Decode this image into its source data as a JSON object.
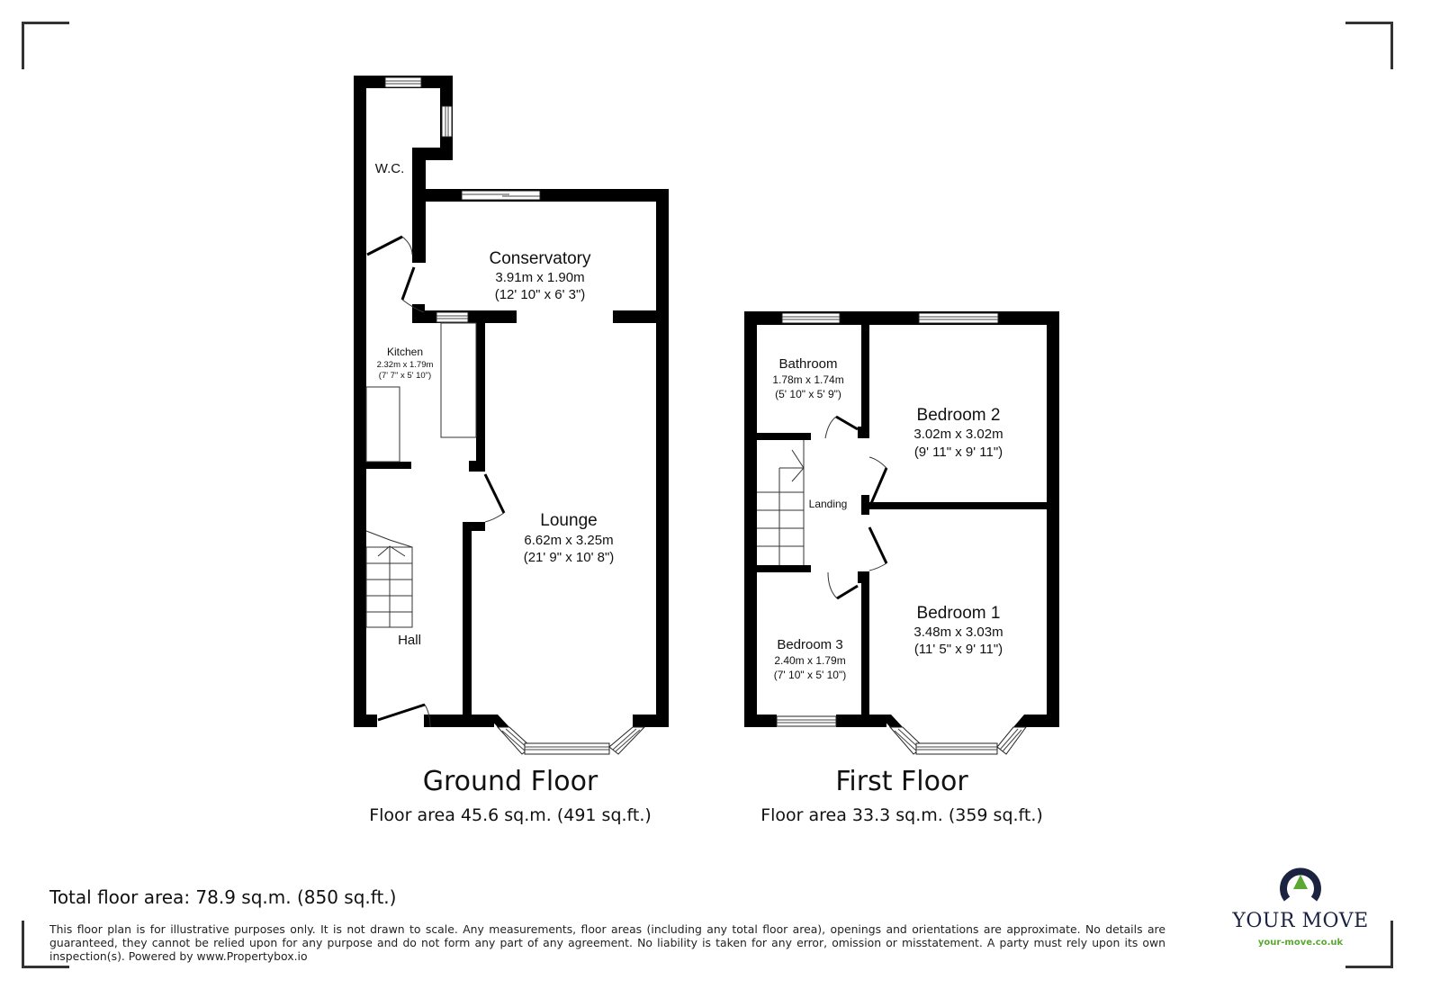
{
  "floors": [
    {
      "title": "Ground Floor",
      "area": "Floor area 45.6 sq.m. (491 sq.ft.)",
      "rooms": [
        {
          "name": "W.C.",
          "metric": "",
          "imperial": ""
        },
        {
          "name": "Conservatory",
          "metric": "3.91m x 1.90m",
          "imperial": "(12' 10\" x 6' 3\")"
        },
        {
          "name": "Kitchen",
          "metric": "2.32m x 1.79m",
          "imperial": "(7' 7\" x 5' 10\")"
        },
        {
          "name": "Lounge",
          "metric": "6.62m x 3.25m",
          "imperial": "(21' 9\" x 10' 8\")"
        },
        {
          "name": "Hall",
          "metric": "",
          "imperial": ""
        }
      ]
    },
    {
      "title": "First Floor",
      "area": "Floor area 33.3 sq.m. (359 sq.ft.)",
      "rooms": [
        {
          "name": "Bathroom",
          "metric": "1.78m x 1.74m",
          "imperial": "(5' 10\" x 5' 9\")"
        },
        {
          "name": "Bedroom 2",
          "metric": "3.02m x 3.02m",
          "imperial": "(9' 11\" x 9' 11\")"
        },
        {
          "name": "Landing",
          "metric": "",
          "imperial": ""
        },
        {
          "name": "Bedroom 3",
          "metric": "2.40m x 1.79m",
          "imperial": "(7' 10\" x 5' 10\")"
        },
        {
          "name": "Bedroom 1",
          "metric": "3.48m x 3.03m",
          "imperial": "(11' 5\" x 9' 11\")"
        }
      ]
    }
  ],
  "total_area": "Total floor area: 78.9 sq.m. (850 sq.ft.)",
  "disclaimer": "This floor plan is for illustrative purposes only. It is not drawn to scale. Any measurements, floor areas (including any total floor area), openings and orientations are approximate. No details are guaranteed, they cannot be relied upon for any purpose and do not form any part of any agreement. No liability is taken for any error, omission or misstatement. A party must rely upon its own inspection(s). Powered by www.Propertybox.io",
  "brand": {
    "name": "YOUR MOVE",
    "url": "your-move.co.uk",
    "colors": {
      "navy": "#1b2341",
      "green": "#5aa832"
    }
  }
}
